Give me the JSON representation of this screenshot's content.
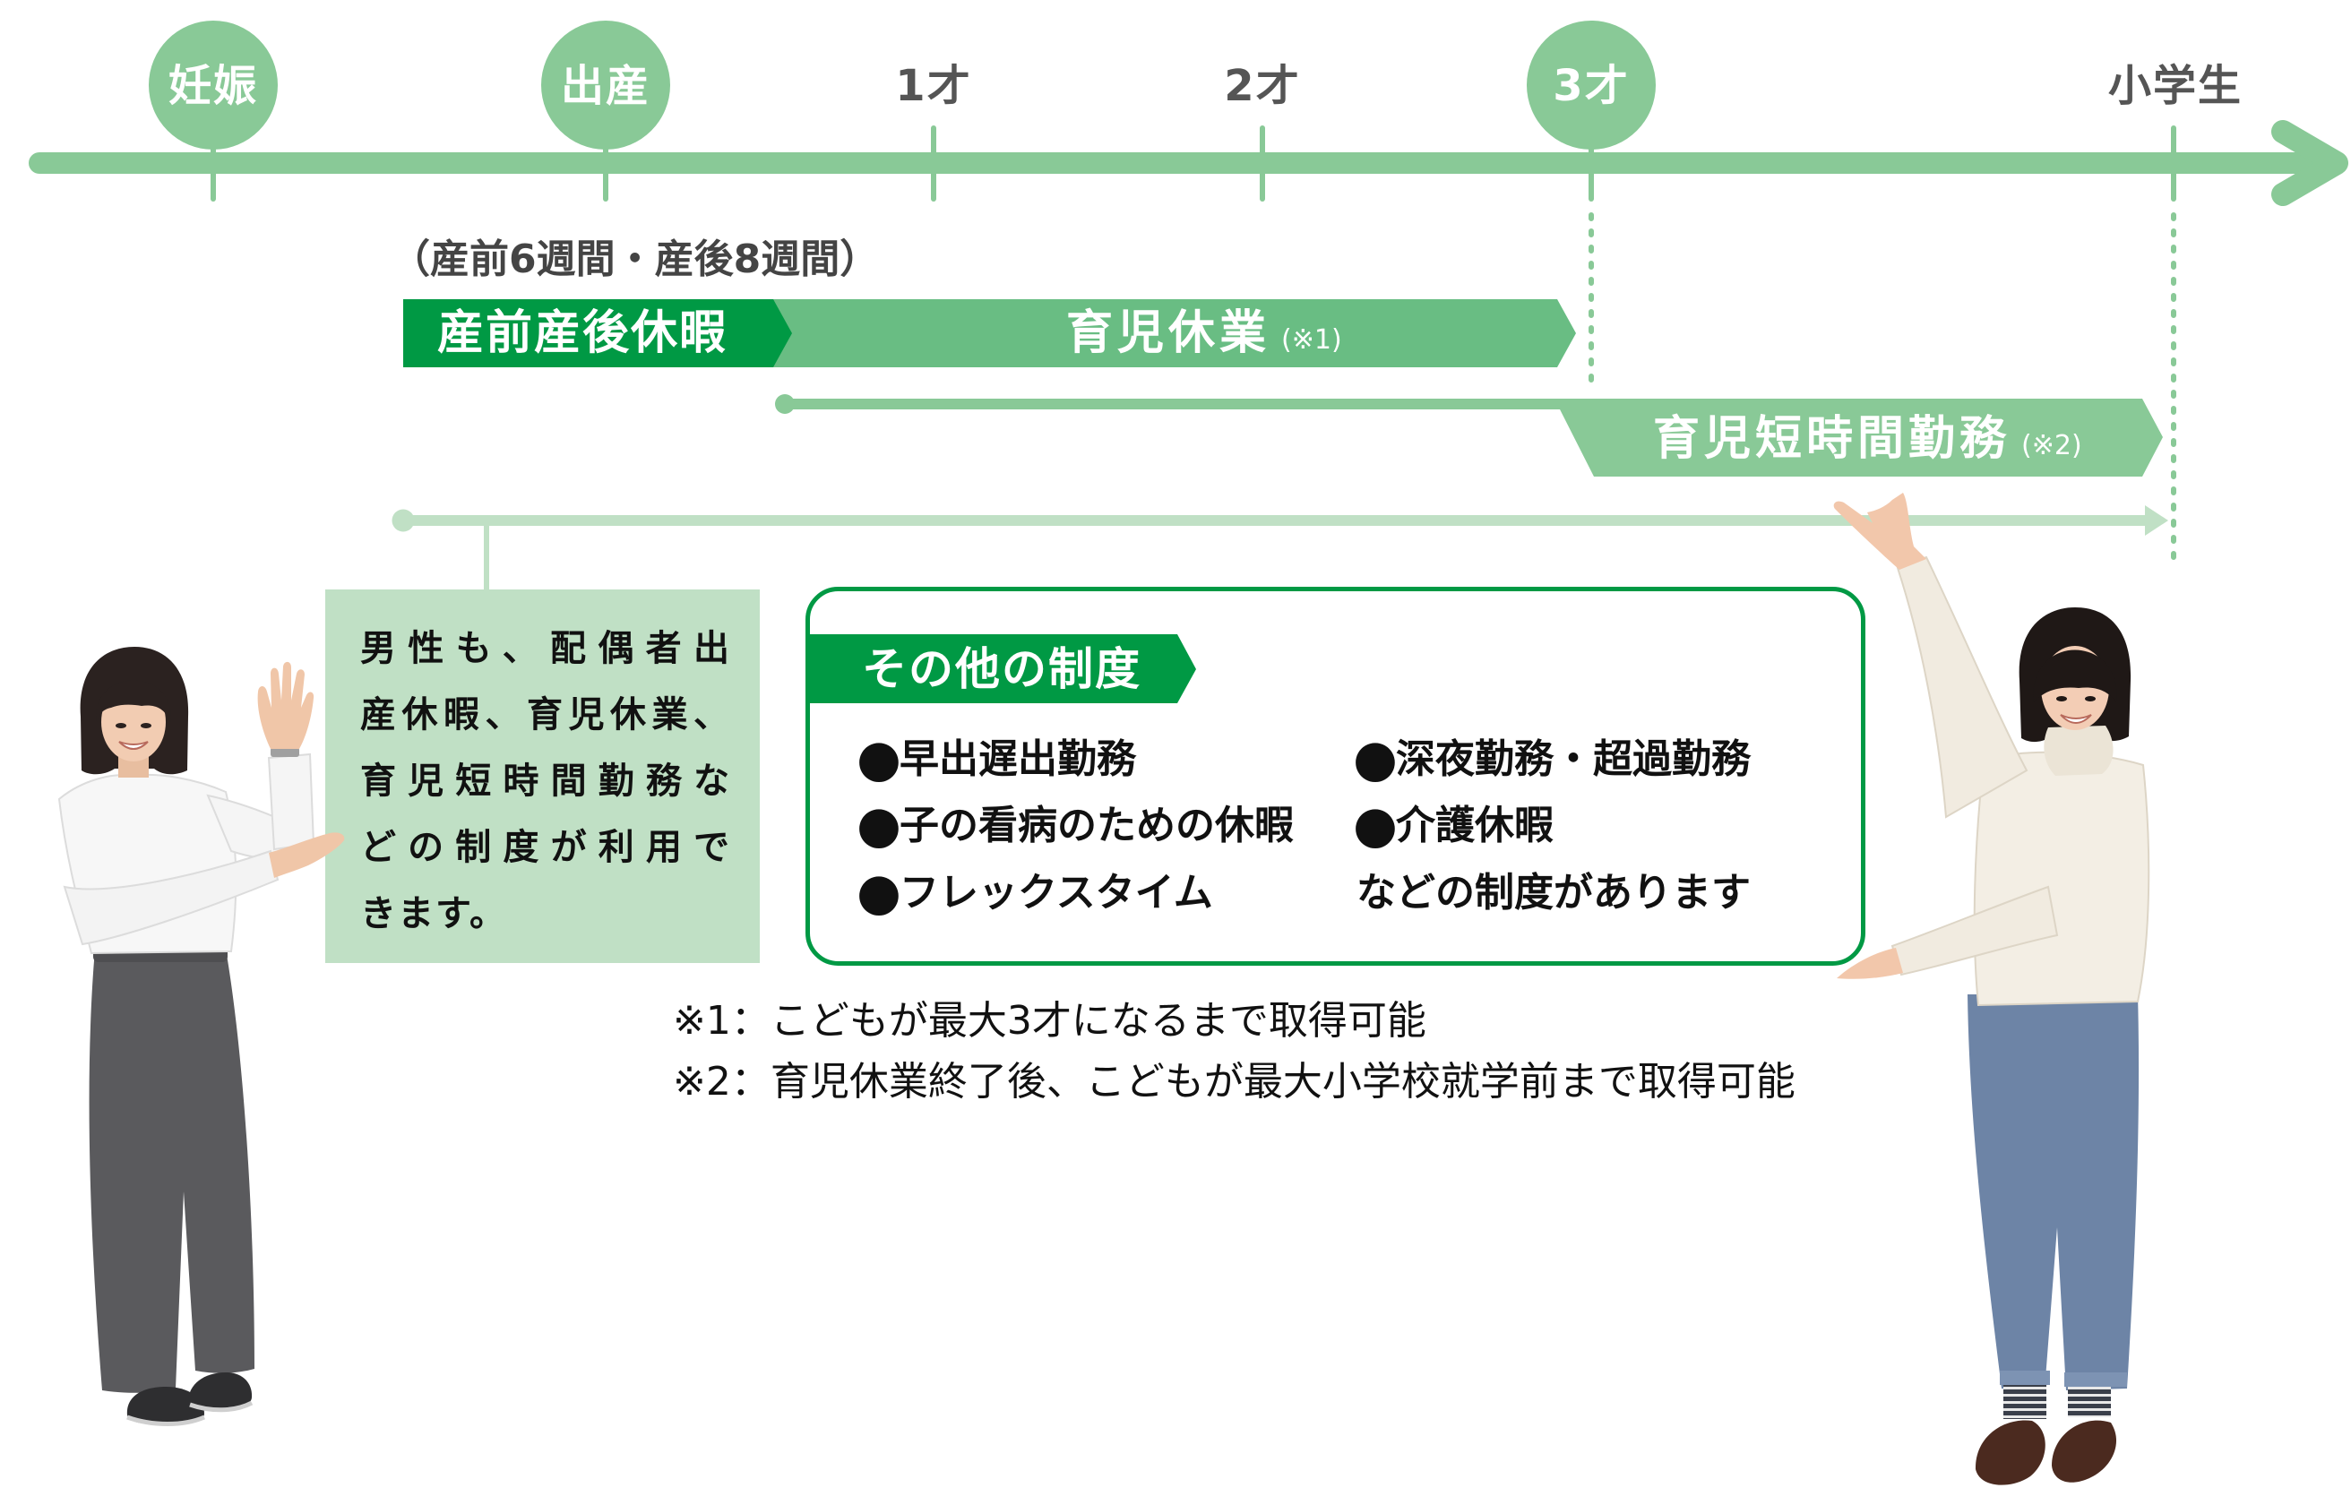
{
  "colors": {
    "dark_green": "#009944",
    "mid_green": "#69bd83",
    "timeline_green": "#89c997",
    "light_green": "#c0e0c5",
    "label_gray": "#555555"
  },
  "timeline": {
    "milestones": [
      {
        "label": "妊娠",
        "marker": "circle"
      },
      {
        "label": "出産",
        "marker": "circle"
      },
      {
        "label": "1才",
        "marker": "tick"
      },
      {
        "label": "2才",
        "marker": "tick"
      },
      {
        "label": "3才",
        "marker": "circle"
      },
      {
        "label": "小学生",
        "marker": "tick"
      }
    ],
    "arrow_icon": "arrow-right-icon"
  },
  "periods": {
    "maternity_note": "（産前6週間・産後8週間）",
    "maternity_leave": {
      "label": "産前産後休暇"
    },
    "childcare_leave": {
      "label": "育児休業",
      "note": "(※1)"
    },
    "short_hours": {
      "label": "育児短時間勤務",
      "note": "(※2)"
    }
  },
  "men_box": {
    "lines": [
      "男性も、配偶者出",
      "産休暇、育児休業、",
      "育児短時間勤務な",
      "どの制度が利用で",
      "きます。"
    ]
  },
  "other_systems": {
    "title": "その他の制度",
    "bullet": "●",
    "items": [
      "早出遅出勤務",
      "子の看病のための休暇",
      "フレックスタイム",
      "深夜勤務・超過勤務",
      "介護休暇"
    ],
    "closing": "などの制度があります"
  },
  "footnotes": [
    "※1：こどもが最大3才になるまで取得可能",
    "※2：育児休業終了後、こどもが最大小学校就学前まで取得可能"
  ]
}
